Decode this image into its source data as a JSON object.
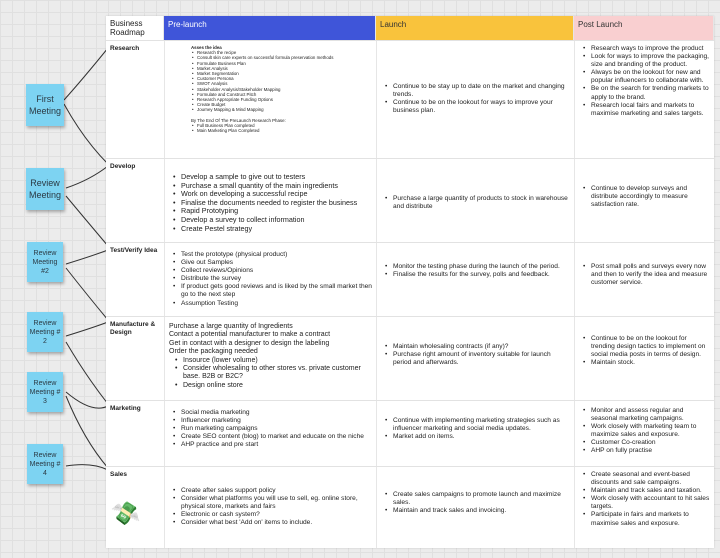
{
  "header": {
    "roadmap_label": "Business Roadmap",
    "prelaunch": "Pre-launch",
    "launch": "Launch",
    "postlaunch": "Post Launch"
  },
  "stickies": [
    "First Meeting",
    "Review Meeting",
    "Review Meeting #2",
    "Review Meeting # 2",
    "Review Meeting # 3",
    "Review Meeting # 4"
  ],
  "rows": {
    "research": {
      "label": "Research",
      "pre_title": "Asses the idea",
      "pre_items": [
        "Research the recipe",
        "Consult skin care experts on successful formula preservation methods",
        "Formulate Business Plan",
        "Market Analysis",
        "Market Segmentation",
        "Customer Persona",
        "SWOT Analysis",
        "Stakeholder Analysis/Stakeholder Mapping",
        "Formulate and Construct Pitch",
        "Research Appropriate Funding Options",
        "Create Budget",
        "Journey Mapping & Mind Mapping"
      ],
      "pre_footer": "By The End Of The PreLaunch Research Phase:",
      "pre_footer_items": [
        "Full Business Plan completed",
        "Main Marketing Plan Completed"
      ],
      "launch": [
        "Continue to be stay up to date on the market and changing trends.",
        "Continue to be on the lookout for ways to improve your business plan."
      ],
      "post": [
        "Research ways to improve the product",
        "Look for ways to improve the packaging, size and branding of the product.",
        "Always be on the lookout for new and popular influencers to collaborate with.",
        "Be on the search for trending markets to apply to the brand.",
        "Research local fairs and markets to maximise marketing and sales targets."
      ]
    },
    "develop": {
      "label": "Develop",
      "pre": [
        "Develop a sample to give out to testers",
        "Purchase a small quantity of the main ingredients",
        "Work on developing a successful recipe",
        "Finalise the documents needed to register the business",
        "Rapid Prototyping",
        "Develop a survey to collect information",
        "Create Pestel strategy"
      ],
      "launch": [
        "Purchase a large quantity of products to stock in warehouse and distribute"
      ],
      "post": [
        "Continue to develop surveys and distribute accordingly to measure satisfaction rate."
      ]
    },
    "test": {
      "label": "Test/Verify Idea",
      "pre": [
        "Test the prototype (physical product)",
        "Give out Samples",
        "Collect reviews/Opinions",
        "Distribute the survey",
        "If product gets good reviews and is liked by the small market then go to the next step",
        "Assumption Testing"
      ],
      "launch": [
        "Monitor the testing phase during the launch of the period.",
        "Finalise the results for the survey, polls and feedback."
      ],
      "post": [
        "Post small polls and surveys every now and then to verify the idea and measure customer service."
      ]
    },
    "manufacture": {
      "label": "Manufacture & Design",
      "pre_lines": [
        "Purchase a large quantity of Ingredients",
        "Contact a potential manufacturer to make a contract",
        "Get in contact with a designer to design the labeling",
        "Order the packaging needed"
      ],
      "pre_items": [
        "Insource (lower volume)",
        "Consider wholesaling to other stores vs. private customer base. B2B or B2C?",
        "Design online store"
      ],
      "launch": [
        "Maintain wholesaling contracts (if any)?",
        "Purchase right amount of inventory suitable for launch period and afterwards."
      ],
      "post": [
        "Continue to be on the lookout for trending design tactics to implement on social media posts in terms of design.",
        "Maintain stock."
      ]
    },
    "marketing": {
      "label": "Marketing",
      "pre": [
        "Social media marketing",
        "Influencer marketing",
        "Run marketing campaigns",
        "Create SEO content (blog) to market and educate on the niche",
        "AHP practice and pre start"
      ],
      "launch": [
        "Continue with implementing marketing strategies such as influencer marketing and social media updates.",
        "Market add on items."
      ],
      "post": [
        "Monitor and assess regular and seasonal marketing campaigns.",
        "Work closely with marketing team to maximize sales and exposure.",
        "Customer Co-creation",
        "AHP on fully practise"
      ]
    },
    "sales": {
      "label": "Sales",
      "pre": [
        "Create after sales support policy",
        "Consider what platforms you will use to sell, eg. online store, physical store, markets and fairs",
        "Electronic or cash system?",
        "Consider what best 'Add on' items to include."
      ],
      "launch": [
        "Create sales campaigns to promote launch and maximize sales.",
        "Maintain and track sales and invoicing."
      ],
      "post": [
        "Create seasonal and event-based discounts and sale campaigns.",
        "Maintain and track sales and taxation.",
        "Work closely with accountant to hit sales targets.",
        "Participate in fairs and markets to maximise sales and exposure."
      ]
    }
  }
}
